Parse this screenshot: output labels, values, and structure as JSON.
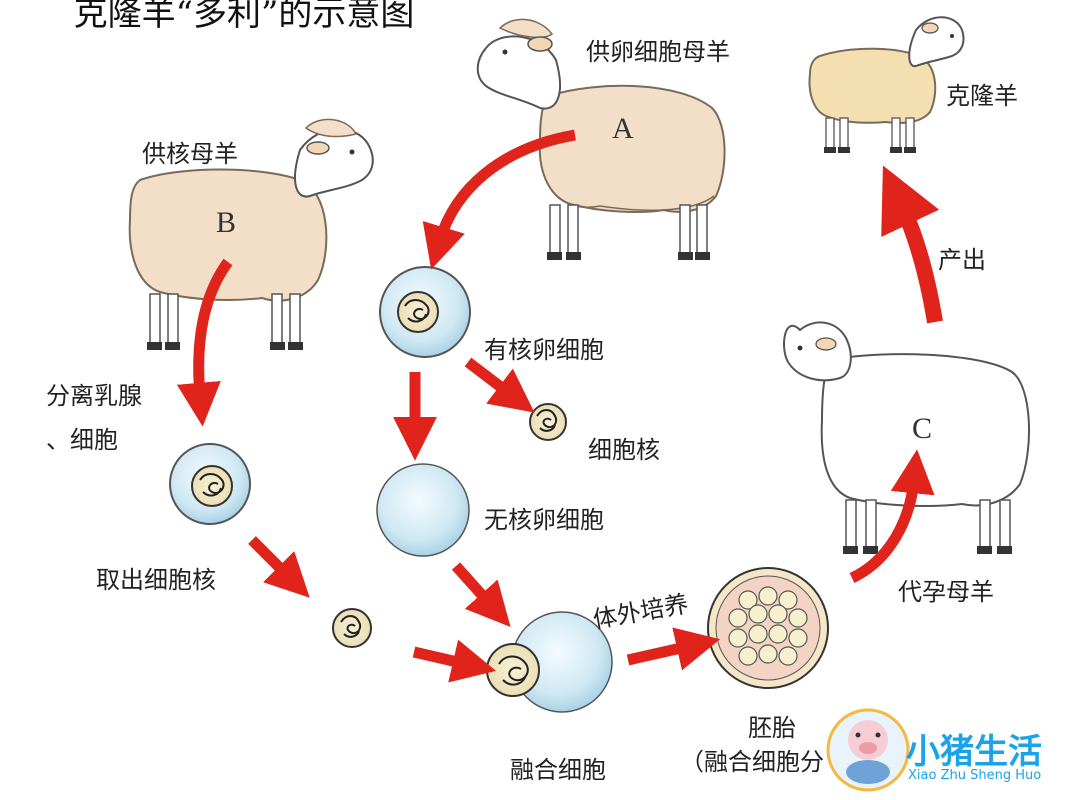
{
  "title": "克隆羊“多利”的示意图",
  "labels": {
    "egg_donor": "供卵细胞母羊",
    "nucleus_donor": "供核母羊",
    "clone_sheep": "克隆羊",
    "produce": "产出",
    "separate": "分离乳腺",
    "separate_cells": "、细胞",
    "nucleated_egg": "有核卵细胞",
    "nucleus": "细胞核",
    "enucleated_egg": "无核卵细胞",
    "extract_nucleus": "取出细胞核",
    "in_vitro": "体外培养",
    "surrogate": "代孕母羊",
    "embryo": "胚胎",
    "embryo_note": "（融合细胞分",
    "fused_cell": "融合细胞"
  },
  "letters": {
    "a": "A",
    "b": "B",
    "c": "C"
  },
  "logo": {
    "name": "小猪生活",
    "pinyin": "Xiao Zhu Sheng Huo"
  }
}
